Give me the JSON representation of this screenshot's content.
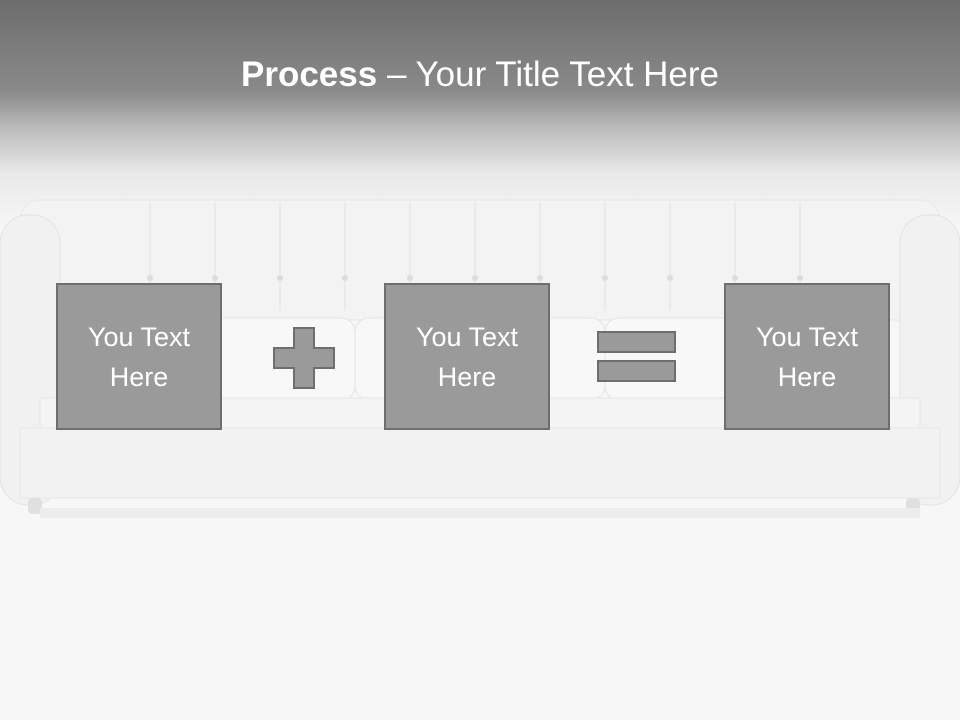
{
  "title": {
    "bold": "Process",
    "rest": " – Your Title Text Here"
  },
  "boxes": [
    {
      "text": "You Text Here"
    },
    {
      "text": "You Text Here"
    },
    {
      "text": "You Text Here"
    }
  ],
  "operators": [
    "plus-icon",
    "equals-icon"
  ],
  "colors": {
    "box_fill": "#9a9a9a",
    "box_border": "#6e6e6e",
    "header": "#6d6d6d",
    "text": "#ffffff"
  }
}
